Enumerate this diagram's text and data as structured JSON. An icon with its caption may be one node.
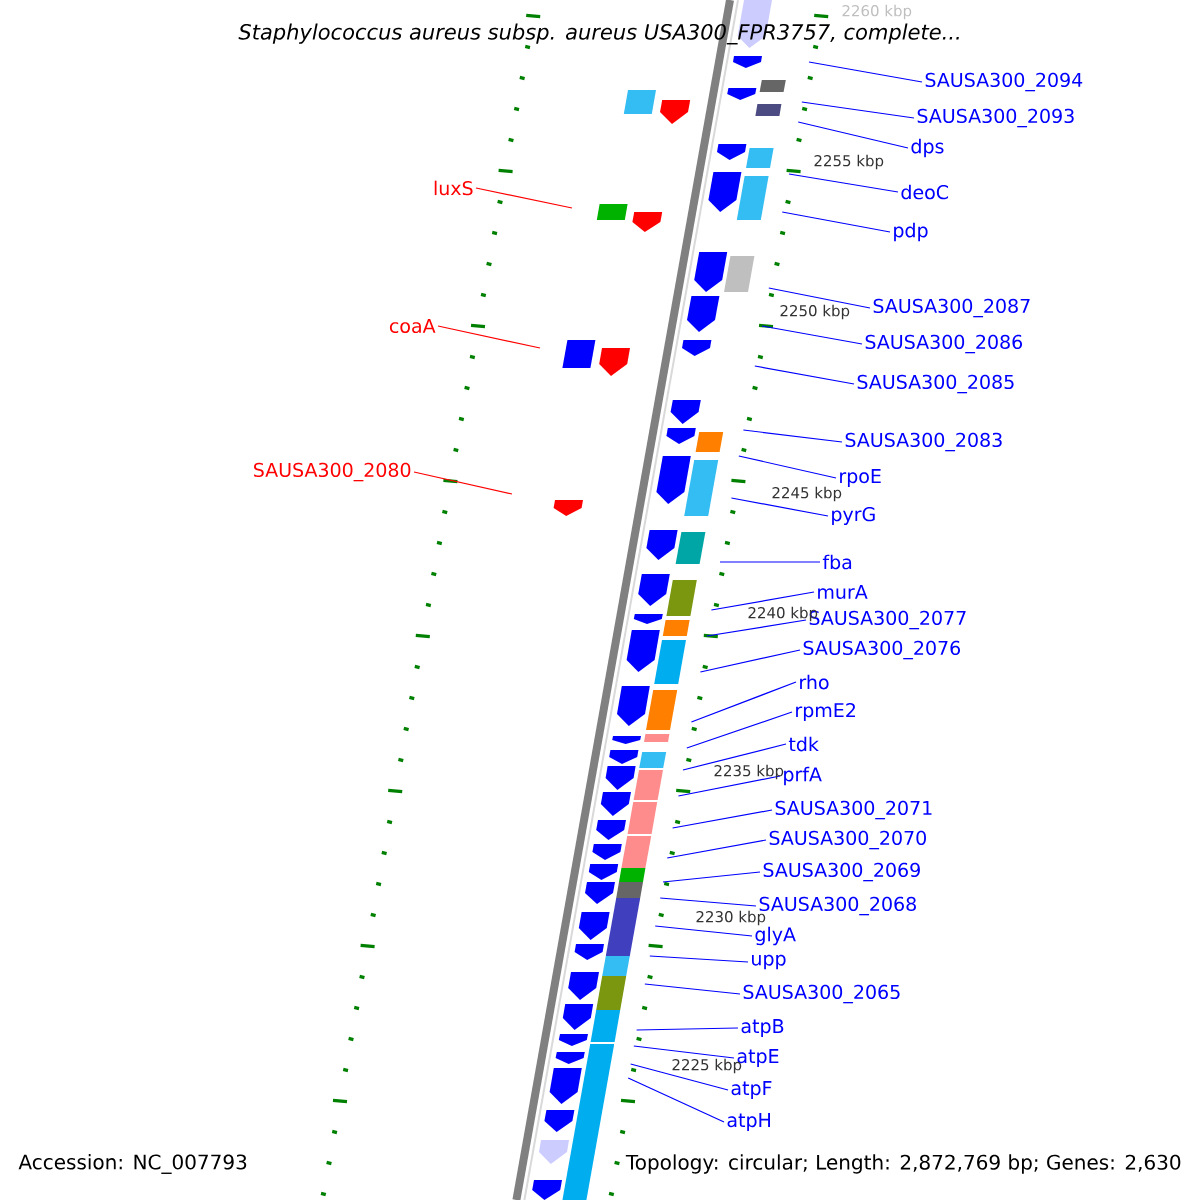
{
  "diagram": {
    "title": "Staphylococcus aureus subsp. aureus USA300_FPR3757, complete...",
    "nodes": [
      {
        "text": [
          "SAUSA300_2094"
        ]
      },
      {
        "text": [
          "SAUSA300_2093"
        ]
      },
      {
        "text": [
          "dps"
        ]
      },
      {
        "text": [
          "deoC"
        ]
      },
      {
        "text": [
          "pdp"
        ]
      },
      {
        "text": [
          "SAUSA300_2087"
        ]
      },
      {
        "text": [
          "SAUSA300_2086"
        ]
      },
      {
        "text": [
          "SAUSA300_2085"
        ]
      },
      {
        "text": [
          "SAUSA300_2083"
        ]
      },
      {
        "text": [
          "rpoE"
        ]
      },
      {
        "text": [
          "pyrG"
        ]
      },
      {
        "text": [
          "fba"
        ]
      },
      {
        "text": [
          "murA"
        ]
      },
      {
        "text": [
          "SAUSA300_2077"
        ]
      },
      {
        "text": [
          "SAUSA300_2076"
        ]
      },
      {
        "text": [
          "rho"
        ]
      },
      {
        "text": [
          "rpmE2"
        ]
      },
      {
        "text": [
          "tdk"
        ]
      },
      {
        "text": [
          "prfA"
        ]
      },
      {
        "text": [
          "SAUSA300_2071"
        ]
      },
      {
        "text": [
          "SAUSA300_2070"
        ]
      },
      {
        "text": [
          "SAUSA300_2069"
        ]
      },
      {
        "text": [
          "SAUSA300_2068"
        ]
      },
      {
        "text": [
          "glyA"
        ]
      },
      {
        "text": [
          "upp"
        ]
      },
      {
        "text": [
          "SAUSA300_2065"
        ]
      },
      {
        "text": [
          "atpB"
        ]
      },
      {
        "text": [
          "atpE"
        ]
      },
      {
        "text": [
          "atpF"
        ]
      },
      {
        "text": [
          "atpH"
        ]
      },
      {
        "text": [
          "luxS"
        ]
      },
      {
        "text": [
          "coaA"
        ]
      },
      {
        "text": [
          "SAUSA300_2080"
        ]
      }
    ],
    "edges": [
      {
        "from": 0,
        "to": null,
        "arrow": "none"
      },
      {
        "from": 1,
        "to": null,
        "arrow": "none"
      },
      {
        "from": 2,
        "to": null,
        "arrow": "none"
      },
      {
        "from": 3,
        "to": null,
        "arrow": "none"
      },
      {
        "from": 4,
        "to": null,
        "arrow": "none"
      },
      {
        "from": 5,
        "to": null,
        "arrow": "none"
      },
      {
        "from": 6,
        "to": null,
        "arrow": "none"
      },
      {
        "from": 7,
        "to": null,
        "arrow": "none"
      },
      {
        "from": 8,
        "to": null,
        "arrow": "none"
      },
      {
        "from": 9,
        "to": null,
        "arrow": "none"
      },
      {
        "from": 10,
        "to": null,
        "arrow": "none"
      },
      {
        "from": 11,
        "to": null,
        "arrow": "none"
      },
      {
        "from": 12,
        "to": null,
        "arrow": "none"
      },
      {
        "from": 13,
        "to": null,
        "arrow": "none"
      },
      {
        "from": 14,
        "to": null,
        "arrow": "none"
      },
      {
        "from": 15,
        "to": null,
        "arrow": "none"
      },
      {
        "from": 16,
        "to": null,
        "arrow": "none"
      },
      {
        "from": 17,
        "to": null,
        "arrow": "none"
      },
      {
        "from": 18,
        "to": null,
        "arrow": "none"
      },
      {
        "from": 19,
        "to": null,
        "arrow": "none"
      },
      {
        "from": 20,
        "to": null,
        "arrow": "none"
      },
      {
        "from": 21,
        "to": null,
        "arrow": "none"
      },
      {
        "from": 22,
        "to": null,
        "arrow": "none"
      },
      {
        "from": 23,
        "to": null,
        "arrow": "none"
      },
      {
        "from": 24,
        "to": null,
        "arrow": "none"
      },
      {
        "from": 25,
        "to": null,
        "arrow": "none"
      },
      {
        "from": 26,
        "to": null,
        "arrow": "none"
      },
      {
        "from": 27,
        "to": null,
        "arrow": "none"
      },
      {
        "from": 28,
        "to": null,
        "arrow": "none"
      },
      {
        "from": 29,
        "to": null,
        "arrow": "none"
      },
      {
        "from": 30,
        "to": null,
        "arrow": "none",
        "color": "#ff0000"
      },
      {
        "from": 31,
        "to": null,
        "arrow": "none",
        "color": "#ff0000"
      },
      {
        "from": 32,
        "to": null,
        "arrow": "none",
        "color": "#ff0000"
      }
    ],
    "labels": [
      "2260 kbp",
      "2255 kbp",
      "2250 kbp",
      "2245 kbp",
      "2240 kbp",
      "2235 kbp",
      "2230 kbp",
      "2225 kbp",
      "Accession: NC_007793",
      "Topology: circular; Length: 2,872,769 bp; Genes: 2,630"
    ]
  }
}
